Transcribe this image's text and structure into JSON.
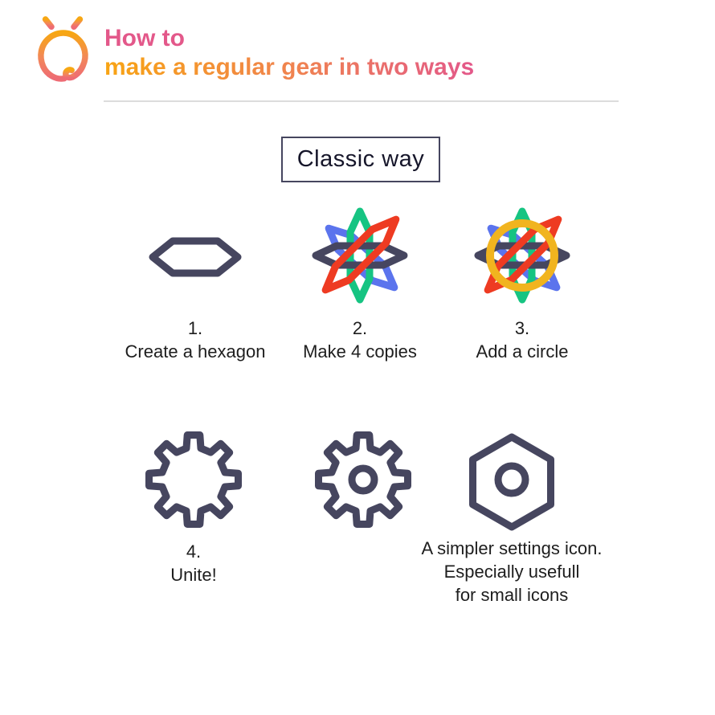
{
  "palette": {
    "navy": "#46465f",
    "green": "#16c482",
    "blue": "#5b74ed",
    "red": "#ee3b22",
    "yellow": "#f1b41f",
    "pink": "#e3588a",
    "orange": "#f8a413",
    "divider": "#dcdcdc"
  },
  "header": {
    "title_line1": "How to",
    "title_line2": "make a regular gear in two ways"
  },
  "section": {
    "box_label": "Classic way"
  },
  "steps": [
    {
      "num": "1.",
      "text": "Create a hexagon"
    },
    {
      "num": "2.",
      "text": "Make 4 copies"
    },
    {
      "num": "3.",
      "text": "Add a circle"
    },
    {
      "num": "4.",
      "text": "Unite!"
    }
  ],
  "note": {
    "line1": "A simpler settings icon.",
    "line2": "Especially usefull",
    "line3": "for small icons"
  }
}
